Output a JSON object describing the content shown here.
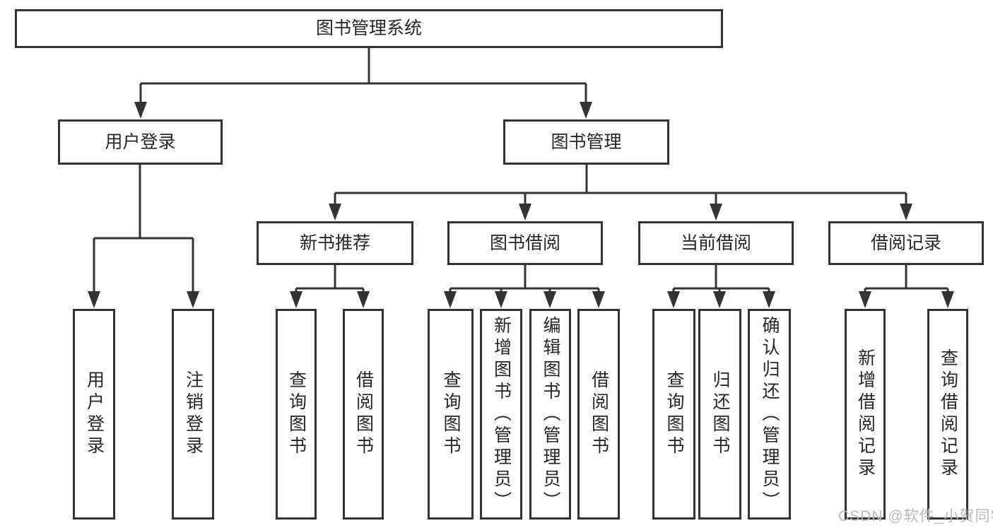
{
  "diagram": {
    "colors": {
      "line": "#333333",
      "box_border": "#333333",
      "text": "#262626",
      "watermark": "#b9b9b9",
      "background": "#ffffff"
    },
    "root": {
      "label": "图书管理系统"
    },
    "level2": {
      "user_login": {
        "label": "用户登录"
      },
      "book_management": {
        "label": "图书管理"
      }
    },
    "level3": {
      "new_book_recommend": {
        "label": "新书推荐"
      },
      "book_borrow": {
        "label": "图书借阅"
      },
      "current_borrow": {
        "label": "当前借阅"
      },
      "borrow_records": {
        "label": "借阅记录"
      }
    },
    "leaves": {
      "user_login": {
        "label": "用户登录"
      },
      "logout": {
        "label": "注销登录"
      },
      "rec_query_books": {
        "label": "查询图书"
      },
      "rec_borrow_books": {
        "label": "借阅图书"
      },
      "bor_query_books": {
        "label": "查询图书"
      },
      "bor_add_books": {
        "label": "新增图书（管理员）"
      },
      "bor_edit_books": {
        "label": "编辑图书（管理员）"
      },
      "bor_borrow_books": {
        "label": "借阅图书"
      },
      "cur_query_books": {
        "label": "查询图书"
      },
      "cur_return_books": {
        "label": "归还图书"
      },
      "cur_confirm_return": {
        "label": "确认归还（管理员）"
      },
      "rcd_add_record": {
        "label": "新增借阅记录"
      },
      "rcd_query_record": {
        "label": "查询借阅记录"
      }
    },
    "watermark": "CSDN @软件_小贺同学"
  }
}
